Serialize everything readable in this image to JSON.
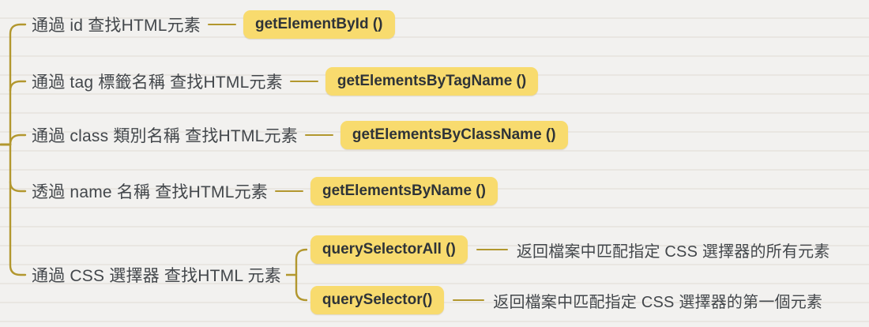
{
  "diagram": {
    "type": "mindmap",
    "topic": "finding HTML elements (DOM selection methods)"
  },
  "colors": {
    "background": "#f2f1ef",
    "connector_line": "#b2972e",
    "node_fill": "#f8db6e",
    "node_text": "#2e3338",
    "label_text": "#43474b"
  },
  "branches": [
    {
      "label": "通過 id 查找HTML元素",
      "method": "getElementById ()"
    },
    {
      "label": "通過 tag 標籤名稱 查找HTML元素",
      "method": "getElementsByTagName ()"
    },
    {
      "label": "通過 class 類別名稱 查找HTML元素",
      "method": "getElementsByClassName ()"
    },
    {
      "label": "透過 name 名稱 查找HTML元素",
      "method": "getElementsByName ()"
    },
    {
      "label": "通過 CSS 選擇器 查找HTML 元素",
      "children": [
        {
          "method": "querySelectorAll ()",
          "description": "返回檔案中匹配指定 CSS 選擇器的所有元素"
        },
        {
          "method": "querySelector()",
          "description": "返回檔案中匹配指定 CSS 選擇器的第一個元素"
        }
      ]
    }
  ]
}
